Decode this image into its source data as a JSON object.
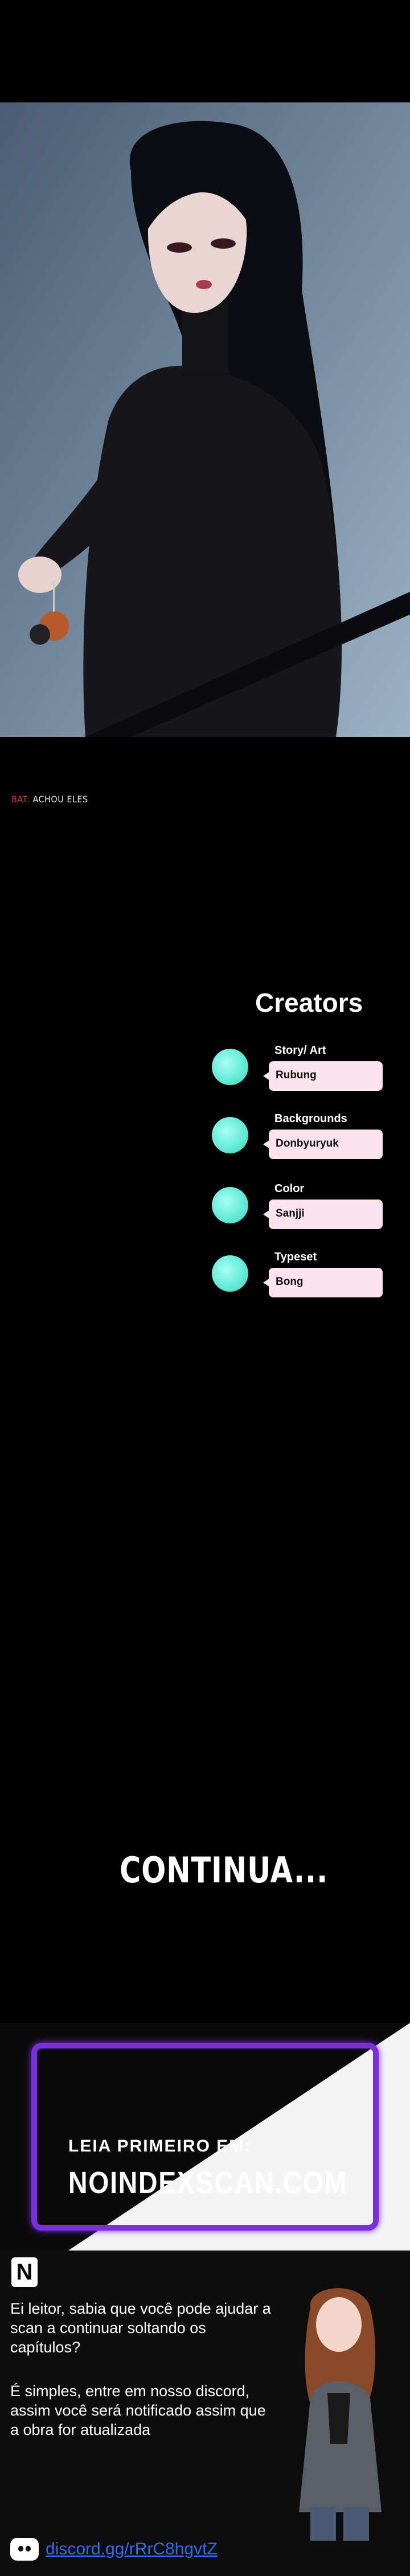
{
  "sfx": {
    "speaker": "BAT:",
    "text": "ACHOU ELES"
  },
  "creators": {
    "title": "Creators",
    "credits": [
      {
        "role": "Story/ Art",
        "name": "Rubung"
      },
      {
        "role": "Backgrounds",
        "name": "Donbyuryuk"
      },
      {
        "role": "Color",
        "name": "Sanjji"
      },
      {
        "role": "Typeset",
        "name": "Bong"
      }
    ]
  },
  "continua": "CONTINUA...",
  "banner": {
    "lead": "LEIA PRIMEIRO EM:",
    "site": "NOINDEXSCAN.COM",
    "accent": "#7a2ee0"
  },
  "footer": {
    "logo": "N",
    "paragraph1": "Ei leitor, sabia que você pode ajudar a scan a continuar soltando os capítulos?",
    "paragraph2": "É simples, entre em nosso discord, assim você será notificado assim que a obra for atualizada",
    "discord_link": "discord.gg/rRrC8hgvtZ"
  }
}
